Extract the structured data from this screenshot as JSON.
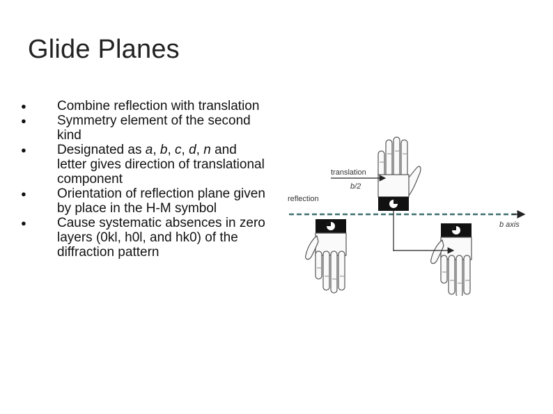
{
  "slide": {
    "title": "Glide Planes",
    "bullets": [
      {
        "text": "Combine reflection with translation"
      },
      {
        "text": "Symmetry element of the second kind"
      },
      {
        "pre": "Designated as ",
        "letters": [
          "a",
          "b",
          "c",
          "d",
          "n"
        ],
        "post": " and letter gives direction of translational component"
      },
      {
        "text": "Orientation of reflection plane given by place in the H-M symbol"
      },
      {
        "text": "Cause systematic absences in zero layers (0kl, h0l, and hk0) of the diffraction pattern"
      }
    ]
  },
  "figure": {
    "labels": {
      "translation": "translation",
      "half_b": "b/2",
      "reflection": "reflection",
      "axis": "b axis"
    },
    "colors": {
      "dashed_plane": "#3d6e6e",
      "cuff": "#111111"
    }
  }
}
